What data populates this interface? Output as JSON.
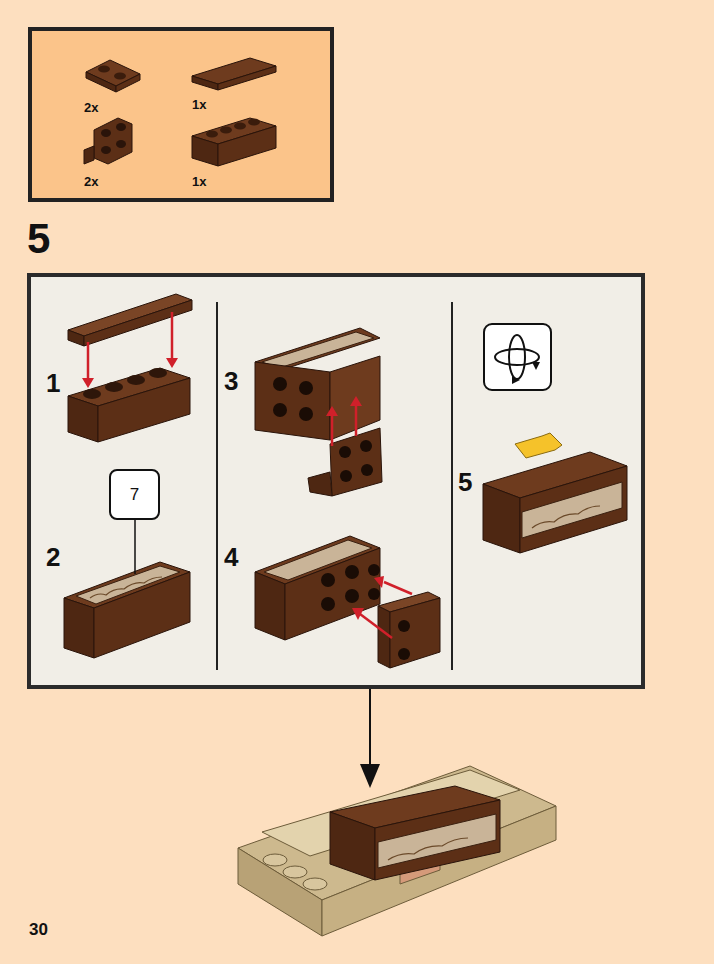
{
  "diagram": {
    "nodes": [
      {
        "text": [
          "2x",
          "1x",
          "2x",
          "1x"
        ]
      },
      {
        "text": [
          "7"
        ]
      }
    ],
    "labels": [
      "5",
      "1",
      "3",
      "2",
      "4",
      "5",
      "30"
    ]
  }
}
